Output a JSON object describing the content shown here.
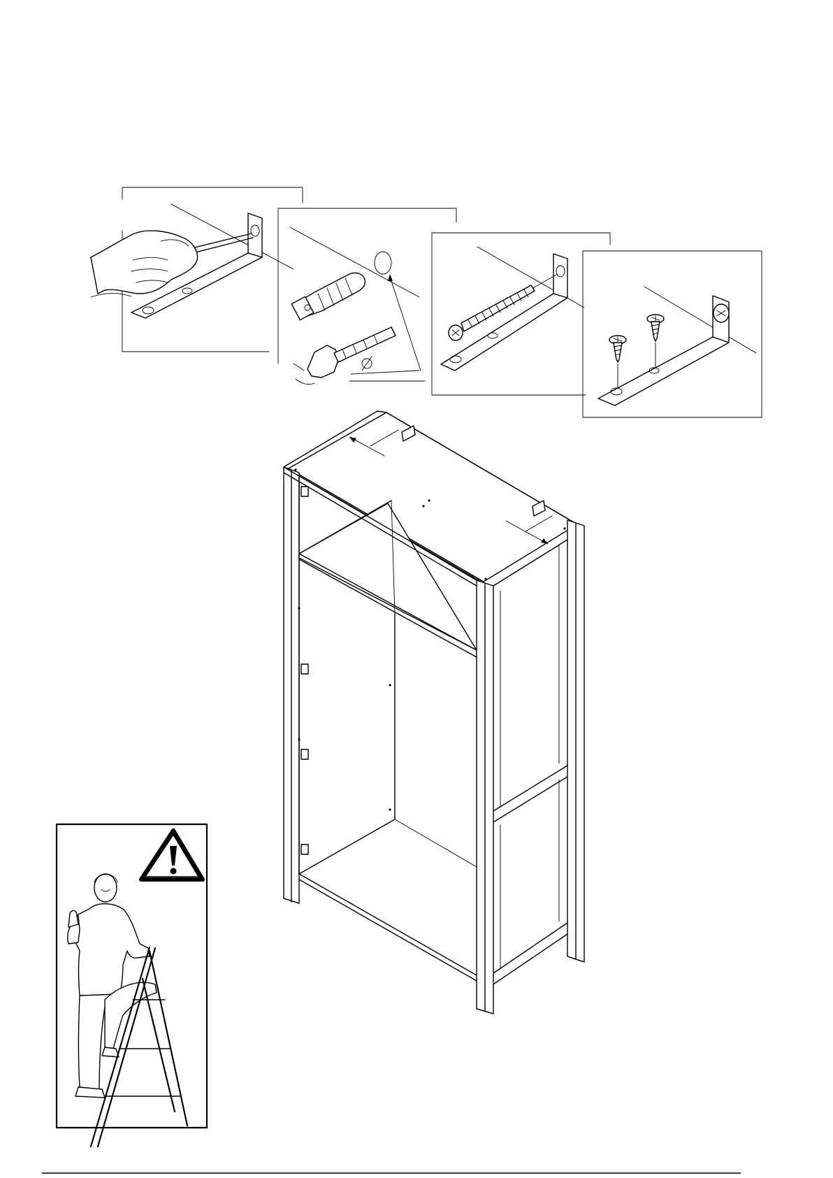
{
  "document": {
    "type": "assembly-instruction-page",
    "page_number": "",
    "steps": [
      {
        "name": "mark-drill-position",
        "icon": "pencil-hand-icon"
      },
      {
        "name": "drill-and-insert-wall-plug",
        "icon": "drill-bit-wall-plug-icon"
      },
      {
        "name": "fasten-bracket-to-wall",
        "icon": "long-screw-icon"
      },
      {
        "name": "fasten-bracket-to-cabinet",
        "icon": "short-screws-icon"
      }
    ],
    "warning": {
      "icon": "warning-triangle-icon",
      "illustration": "person-on-step-ladder-icon"
    },
    "colors": {
      "line": "#000000",
      "background": "#ffffff"
    }
  }
}
